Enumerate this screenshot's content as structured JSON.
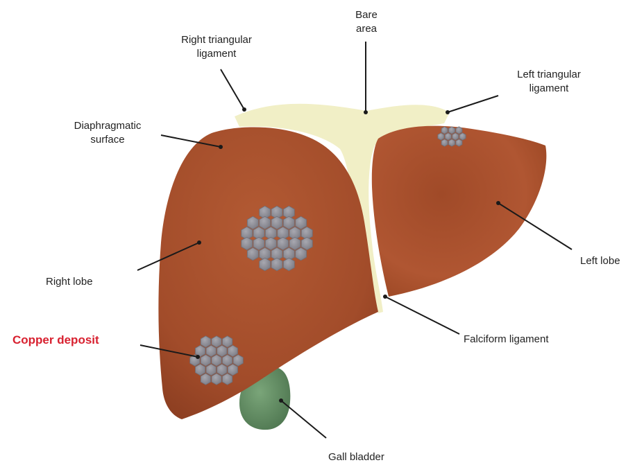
{
  "labels": {
    "bare_area": [
      "Bare",
      "area"
    ],
    "right_triangular": [
      "Right triangular",
      "ligament"
    ],
    "left_triangular": [
      "Left triangular",
      "ligament"
    ],
    "diaphragmatic": [
      "Diaphragmatic",
      "surface"
    ],
    "right_lobe": "Right lobe",
    "left_lobe": "Left lobe",
    "copper_deposit": "Copper deposit",
    "falciform": "Falciform ligament",
    "gall_bladder": "Gall bladder"
  },
  "colors": {
    "liver": "#a9512e",
    "liver_dark": "#8a3d22",
    "ligament": "#f1efc6",
    "deposit": "#8f8f97",
    "gallbladder": "#5e8a5f",
    "leader": "#1a1a1a",
    "alert_text": "#d8202f"
  }
}
